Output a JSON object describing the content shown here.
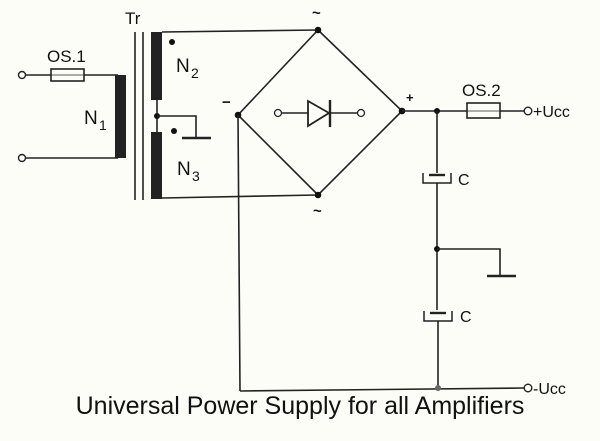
{
  "diagram": {
    "type": "circuit-schematic",
    "labels": {
      "transformer": "Tr",
      "fuse1": "OS.1",
      "fuse2": "OS.2",
      "primary_winding": "N",
      "primary_sub": "1",
      "secondary_upper": "N",
      "secondary_upper_sub": "2",
      "secondary_lower": "N",
      "secondary_lower_sub": "3",
      "bridge_ac_top": "~",
      "bridge_ac_bottom": "~",
      "bridge_minus": "−",
      "bridge_plus": "+",
      "cap_upper": "C",
      "cap_lower": "C",
      "output_positive": "+Ucc",
      "output_negative": "-Ucc"
    },
    "components": [
      {
        "id": "OS.1",
        "kind": "fuse"
      },
      {
        "id": "Tr",
        "kind": "transformer",
        "windings": [
          "N1",
          "N2",
          "N3"
        ]
      },
      {
        "id": "bridge",
        "kind": "bridge-rectifier"
      },
      {
        "id": "OS.2",
        "kind": "fuse"
      },
      {
        "id": "C_upper",
        "kind": "electrolytic-capacitor"
      },
      {
        "id": "C_lower",
        "kind": "electrolytic-capacitor"
      }
    ],
    "colors": {
      "ink": "#222222",
      "paper": "#fdfdf8"
    }
  },
  "caption": "Universal Power Supply for all Amplifiers"
}
